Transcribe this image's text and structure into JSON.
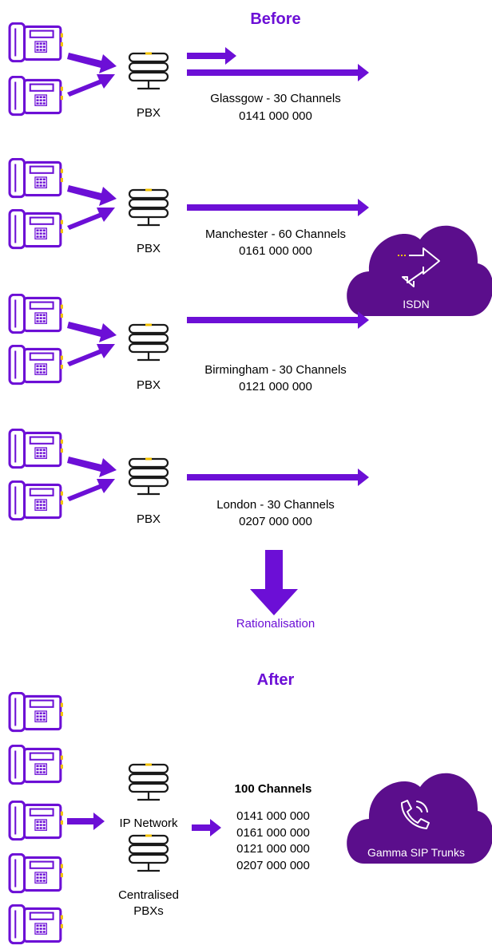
{
  "colors": {
    "purple": "#6c0fd6",
    "cloud": "#5b0e8c",
    "text": "#1a1a1a",
    "yellow": "#f2c200"
  },
  "before": {
    "heading": "Before",
    "sites": [
      {
        "pbx_label": "PBX",
        "trunk_label": "Glassgow - 30 Channels",
        "number": "0141 000 000"
      },
      {
        "pbx_label": "PBX",
        "trunk_label": "Manchester - 60 Channels",
        "number": "0161 000 000"
      },
      {
        "pbx_label": "PBX",
        "trunk_label": "Birmingham - 30 Channels",
        "number": "0121 000 000"
      },
      {
        "pbx_label": "PBX",
        "trunk_label": "London - 30 Channels",
        "number": "0207 000 000"
      }
    ],
    "cloud_label": "ISDN"
  },
  "transition_label": "Rationalisation",
  "after": {
    "heading": "After",
    "network_label": "IP Network",
    "pbx_label_line1": "Centralised",
    "pbx_label_line2": "PBXs",
    "channels_label": "100 Channels",
    "numbers": [
      "0141 000 000",
      "0161 000 000",
      "0121 000 000",
      "0207 000 000"
    ],
    "cloud_label": "Gamma SIP Trunks"
  }
}
